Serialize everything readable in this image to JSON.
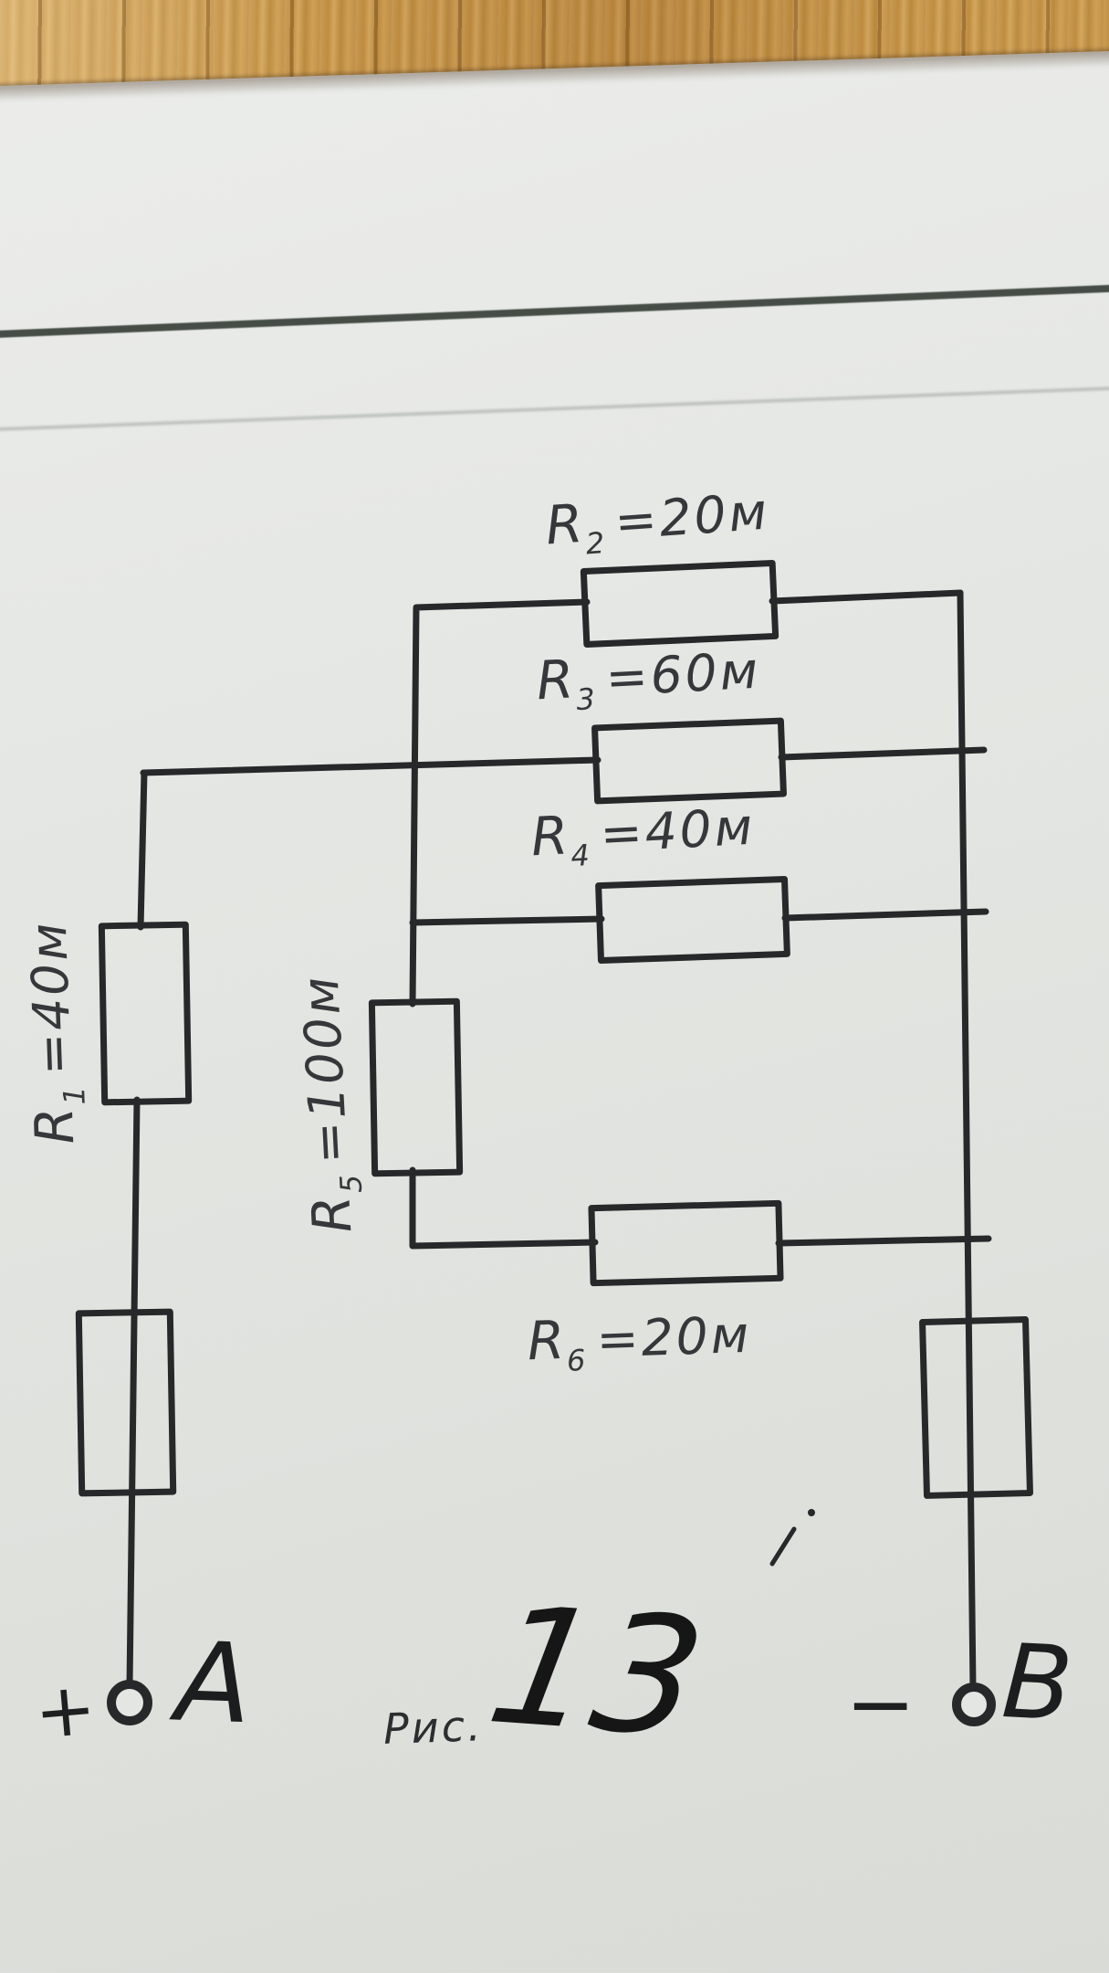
{
  "figure": {
    "caption_prefix": "Рис.",
    "caption_number": "13"
  },
  "terminals": {
    "a_sign": "+",
    "a_label": "A",
    "b_sign": "−",
    "b_label": "B"
  },
  "resistors": {
    "r1": {
      "name": "R",
      "sub": "1",
      "value": "=40м"
    },
    "r2": {
      "name": "R",
      "sub": "2",
      "value": "=20м"
    },
    "r3": {
      "name": "R",
      "sub": "3",
      "value": "=60м"
    },
    "r4": {
      "name": "R",
      "sub": "4",
      "value": "=40м"
    },
    "r5": {
      "name": "R",
      "sub": "5",
      "value": "=100м"
    },
    "r6": {
      "name": "R",
      "sub": "6",
      "value": "=20м"
    }
  },
  "colors": {
    "ink": "#26282a",
    "label_ink": "#36373a",
    "paper": "#e4e6e3",
    "wood": "#c2914a"
  }
}
